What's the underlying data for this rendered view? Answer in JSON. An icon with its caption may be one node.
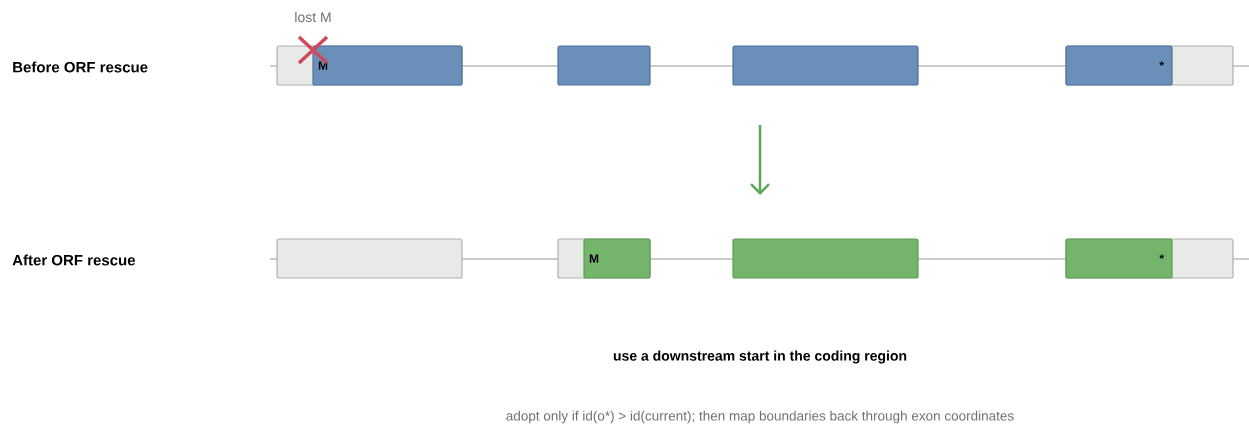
{
  "diagram": {
    "nodes": [
      {
        "text": [],
        "shape": "box"
      },
      {
        "text": [
          "M"
        ],
        "in": 0
      },
      {
        "text": [],
        "shape": "box"
      },
      {
        "text": [],
        "shape": "box"
      },
      {
        "text": [],
        "shape": "box"
      },
      {
        "text": [
          "*"
        ],
        "in": 4
      },
      {
        "text": [],
        "shape": "box"
      },
      {
        "text": [],
        "shape": "box"
      },
      {
        "text": [
          "M"
        ],
        "in": 7
      },
      {
        "text": [],
        "shape": "box"
      },
      {
        "text": [],
        "shape": "box"
      },
      {
        "text": [
          "*"
        ],
        "in": 10
      }
    ],
    "edges": [
      {
        "from": 3,
        "to": 9,
        "arrow": "to",
        "color": "#5aa55a"
      }
    ],
    "labels": [
      "lost M",
      "Before ORF rescue",
      "After ORF rescue",
      "use a downstream start in the coding region",
      "adopt only if id(o*) > id(current); then map boundaries back through exon coordinates"
    ]
  }
}
